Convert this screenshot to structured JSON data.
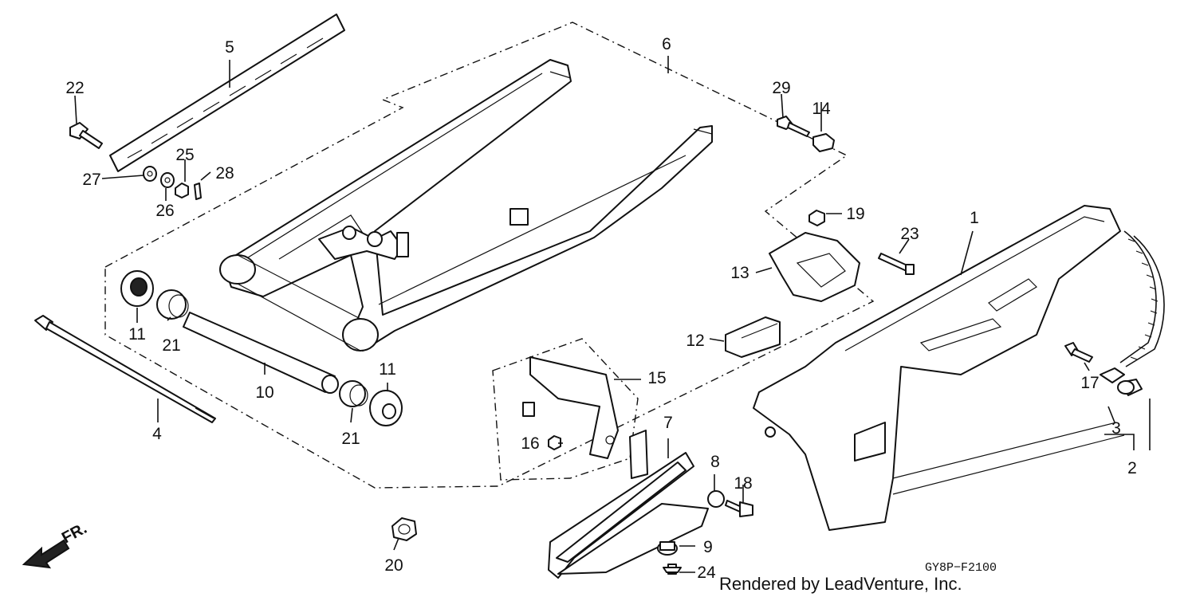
{
  "diagram": {
    "drawing_code": "GY8P−F2100",
    "credit": "Rendered by LeadVenture, Inc.",
    "front_marker": "FR.",
    "callouts": [
      {
        "id": "c1",
        "label": "1"
      },
      {
        "id": "c2",
        "label": "2"
      },
      {
        "id": "c3",
        "label": "3"
      },
      {
        "id": "c4",
        "label": "4"
      },
      {
        "id": "c5",
        "label": "5"
      },
      {
        "id": "c6",
        "label": "6"
      },
      {
        "id": "c7",
        "label": "7"
      },
      {
        "id": "c8",
        "label": "8"
      },
      {
        "id": "c9",
        "label": "9"
      },
      {
        "id": "c10",
        "label": "10"
      },
      {
        "id": "c11a",
        "label": "11"
      },
      {
        "id": "c11b",
        "label": "11"
      },
      {
        "id": "c12",
        "label": "12"
      },
      {
        "id": "c13",
        "label": "13"
      },
      {
        "id": "c14",
        "label": "14"
      },
      {
        "id": "c15",
        "label": "15"
      },
      {
        "id": "c16",
        "label": "16"
      },
      {
        "id": "c17",
        "label": "17"
      },
      {
        "id": "c18",
        "label": "18"
      },
      {
        "id": "c19",
        "label": "19"
      },
      {
        "id": "c20",
        "label": "20"
      },
      {
        "id": "c21a",
        "label": "21"
      },
      {
        "id": "c21b",
        "label": "21"
      },
      {
        "id": "c22",
        "label": "22"
      },
      {
        "id": "c23",
        "label": "23"
      },
      {
        "id": "c24",
        "label": "24"
      },
      {
        "id": "c25",
        "label": "25"
      },
      {
        "id": "c26",
        "label": "26"
      },
      {
        "id": "c27",
        "label": "27"
      },
      {
        "id": "c28",
        "label": "28"
      },
      {
        "id": "c29",
        "label": "29"
      }
    ]
  }
}
